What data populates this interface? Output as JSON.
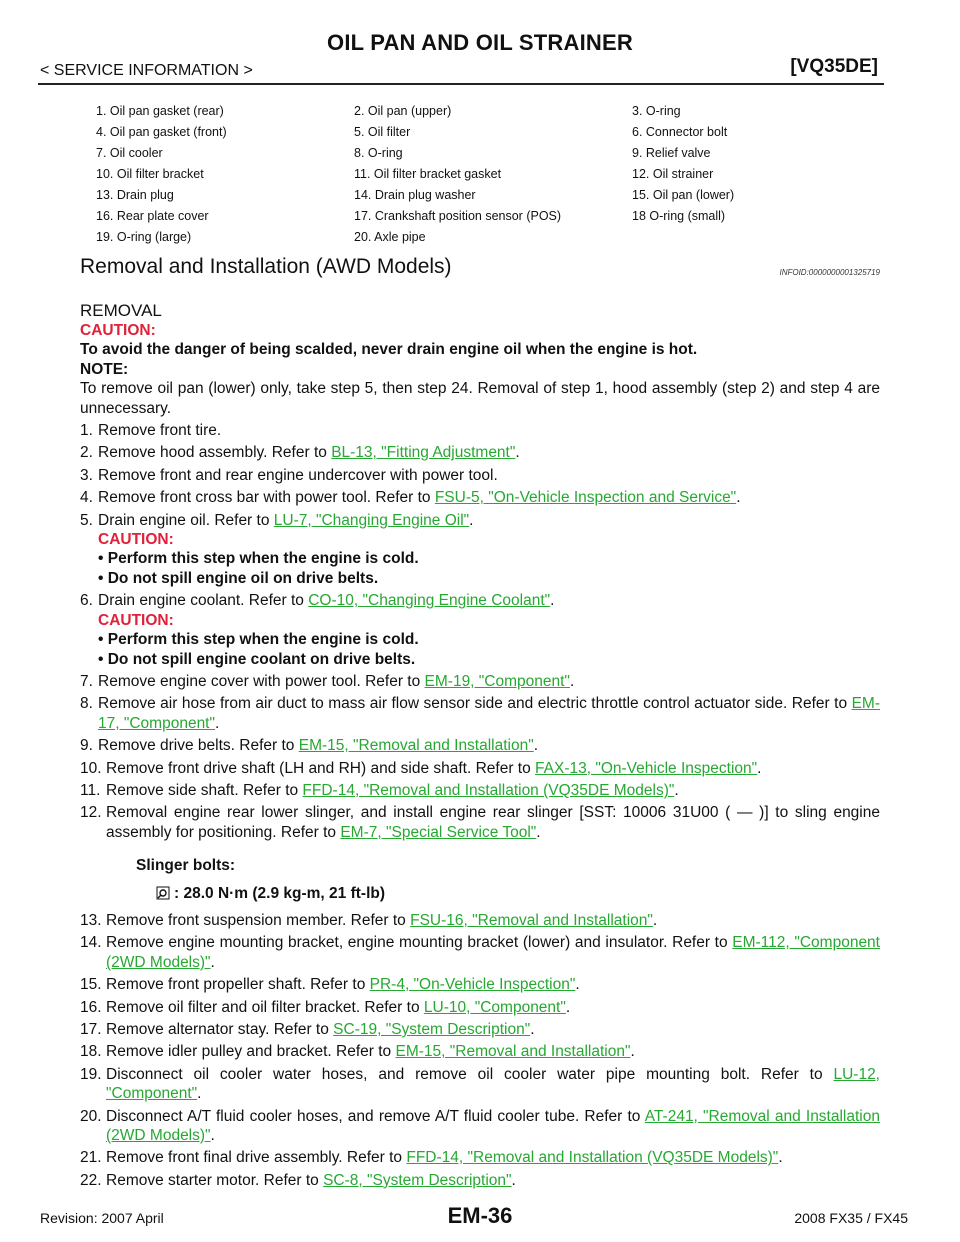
{
  "header": {
    "title": "OIL PAN AND OIL STRAINER",
    "subtitle": "< SERVICE INFORMATION >",
    "engine": "[VQ35DE]"
  },
  "legend": [
    [
      "1. Oil pan gasket (rear)",
      "2. Oil pan (upper)",
      "3. O-ring"
    ],
    [
      "4. Oil pan gasket (front)",
      "5. Oil filter",
      "6. Connector bolt"
    ],
    [
      "7. Oil cooler",
      "8. O-ring",
      "9. Relief valve"
    ],
    [
      "10. Oil filter bracket",
      "11. Oil filter bracket gasket",
      "12. Oil strainer"
    ],
    [
      "13. Drain plug",
      "14. Drain plug washer",
      "15. Oil pan (lower)"
    ],
    [
      "16. Rear plate cover",
      "17. Crankshaft position sensor (POS)",
      "18 O-ring (small)"
    ],
    [
      "19. O-ring (large)",
      "20. Axle pipe",
      ""
    ]
  ],
  "section": {
    "title": "Removal and Installation (AWD Models)",
    "infoid": "INFOID:0000000001325719",
    "subtitle": "REMOVAL"
  },
  "intro": {
    "caution_label": "CAUTION:",
    "caution_text": "To avoid the danger of being scalded, never drain engine oil when the engine is hot.",
    "note_label": "NOTE:",
    "note_text": "To remove oil pan (lower) only, take step 5, then step 24. Removal of step 1, hood assembly (step 2) and step 4 are unnecessary."
  },
  "steps": [
    {
      "num": "1.",
      "text": "Remove front tire."
    },
    {
      "num": "2.",
      "text": "Remove hood assembly. Refer to ",
      "link": "BL-13, \"Fitting Adjustment\"",
      "end": "."
    },
    {
      "num": "3.",
      "text": "Remove front and rear engine undercover with power tool."
    },
    {
      "num": "4.",
      "text": "Remove front cross bar with power tool. Refer to ",
      "link": "FSU-5, \"On-Vehicle Inspection and Service\"",
      "end": "."
    },
    {
      "num": "5.",
      "text": "Drain engine oil. Refer to ",
      "link": "LU-7, \"Changing Engine Oil\"",
      "end": ".",
      "caution": "CAUTION:",
      "bullets": [
        "Perform this step when the engine is cold.",
        "Do not spill engine oil on drive belts."
      ]
    },
    {
      "num": "6.",
      "text": "Drain engine coolant. Refer to ",
      "link": "CO-10, \"Changing Engine Coolant\"",
      "end": ".",
      "caution": "CAUTION:",
      "bullets": [
        "Perform this step when the engine is cold.",
        "Do not spill engine coolant on drive belts."
      ]
    },
    {
      "num": "7.",
      "text": "Remove engine cover with power tool. Refer to ",
      "link": "EM-19, \"Component\"",
      "end": "."
    },
    {
      "num": "8.",
      "text": "Remove air hose from air duct to mass air flow sensor side and electric throttle control actuator side. Refer to ",
      "link": "EM-17, \"Component\"",
      "end": "."
    },
    {
      "num": "9.",
      "text": "Remove drive belts. Refer to ",
      "link": "EM-15, \"Removal and Installation\"",
      "end": "."
    },
    {
      "num": "10.",
      "text": "Remove front drive shaft (LH and RH) and side shaft. Refer to ",
      "link": "FAX-13, \"On-Vehicle Inspection\"",
      "end": "."
    },
    {
      "num": "11.",
      "text": "Remove side shaft. Refer to ",
      "link": "FFD-14, \"Removal and Installation (VQ35DE Models)\"",
      "end": "."
    },
    {
      "num": "12.",
      "text": "Removal engine rear lower slinger, and install engine rear slinger [SST: 10006 31U00 (    —    )] to sling engine assembly for positioning. Refer to ",
      "link": "EM-7, \"Special Service Tool\"",
      "end": "."
    }
  ],
  "spec": {
    "label": "Slinger bolts:",
    "value": ": 28.0 N·m (2.9 kg-m, 21 ft-lb)",
    "icon": "torque-wrench-icon"
  },
  "steps2": [
    {
      "num": "13.",
      "text": "Remove front suspension member. Refer to  ",
      "link": "FSU-16, \"Removal and Installation\"",
      "end": "."
    },
    {
      "num": "14.",
      "text": "Remove engine mounting bracket, engine mounting bracket (lower) and insulator. Refer to ",
      "link": "EM-112, \"Component (2WD Models)\"",
      "end": "."
    },
    {
      "num": "15.",
      "text": "Remove front propeller shaft. Refer to ",
      "link": "PR-4, \"On-Vehicle Inspection\"",
      "end": "."
    },
    {
      "num": "16.",
      "text": "Remove oil filter and oil filter bracket. Refer to ",
      "link": "LU-10, \"Component\"",
      "end": "."
    },
    {
      "num": "17.",
      "text": "Remove alternator stay. Refer to ",
      "link": "SC-19, \"System Description\"",
      "end": "."
    },
    {
      "num": "18.",
      "text": "Remove idler pulley and bracket. Refer to ",
      "link": "EM-15, \"Removal and Installation\"",
      "end": "."
    },
    {
      "num": "19.",
      "text": "Disconnect oil cooler water hoses, and remove oil cooler water pipe mounting bolt. Refer to ",
      "link": "LU-12, \"Component\"",
      "end": "."
    },
    {
      "num": "20.",
      "text": "Disconnect A/T fluid cooler hoses, and remove A/T fluid cooler tube. Refer to ",
      "link": "AT-241, \"Removal and Installation (2WD Models)\"",
      "end": "."
    },
    {
      "num": "21.",
      "text": "Remove front final drive assembly. Refer to ",
      "link": "FFD-14, \"Removal and Installation (VQ35DE Models)\"",
      "end": "."
    },
    {
      "num": "22.",
      "text": "Remove starter motor. Refer to ",
      "link": "SC-8, \"System Description\"",
      "end": "."
    }
  ],
  "footer": {
    "revision": "Revision: 2007 April",
    "page": "EM-36",
    "model": "2008 FX35 / FX45"
  }
}
